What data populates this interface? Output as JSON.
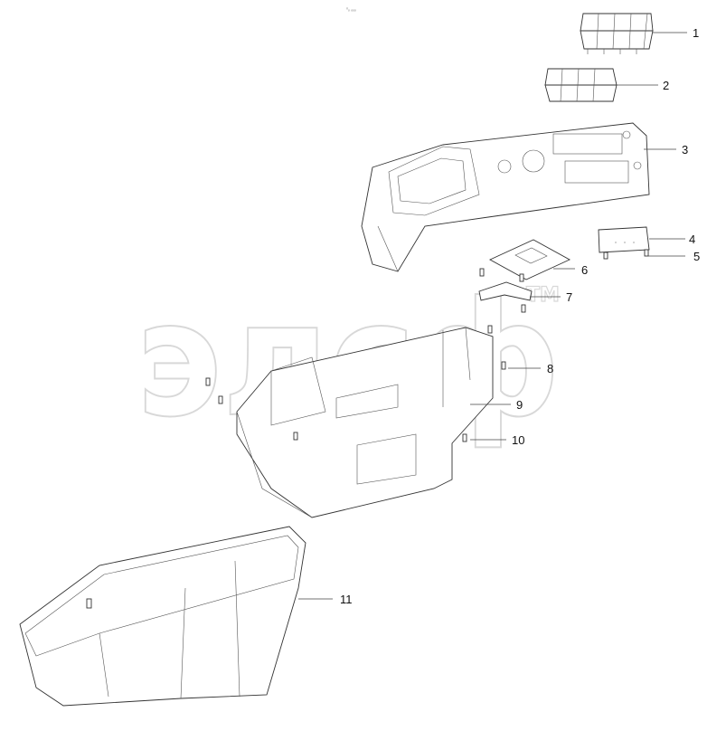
{
  "watermark": {
    "text": "элсф",
    "trademark": "TM"
  },
  "header_mark": "⁰ₒ ₒₒₒ",
  "callouts": [
    {
      "id": 1,
      "label": "1"
    },
    {
      "id": 2,
      "label": "2"
    },
    {
      "id": 3,
      "label": "3"
    },
    {
      "id": 4,
      "label": "4"
    },
    {
      "id": 5,
      "label": "5"
    },
    {
      "id": 6,
      "label": "6"
    },
    {
      "id": 7,
      "label": "7"
    },
    {
      "id": 8,
      "label": "8"
    },
    {
      "id": 9,
      "label": "9"
    },
    {
      "id": 10,
      "label": "10"
    },
    {
      "id": 11,
      "label": "11"
    }
  ]
}
